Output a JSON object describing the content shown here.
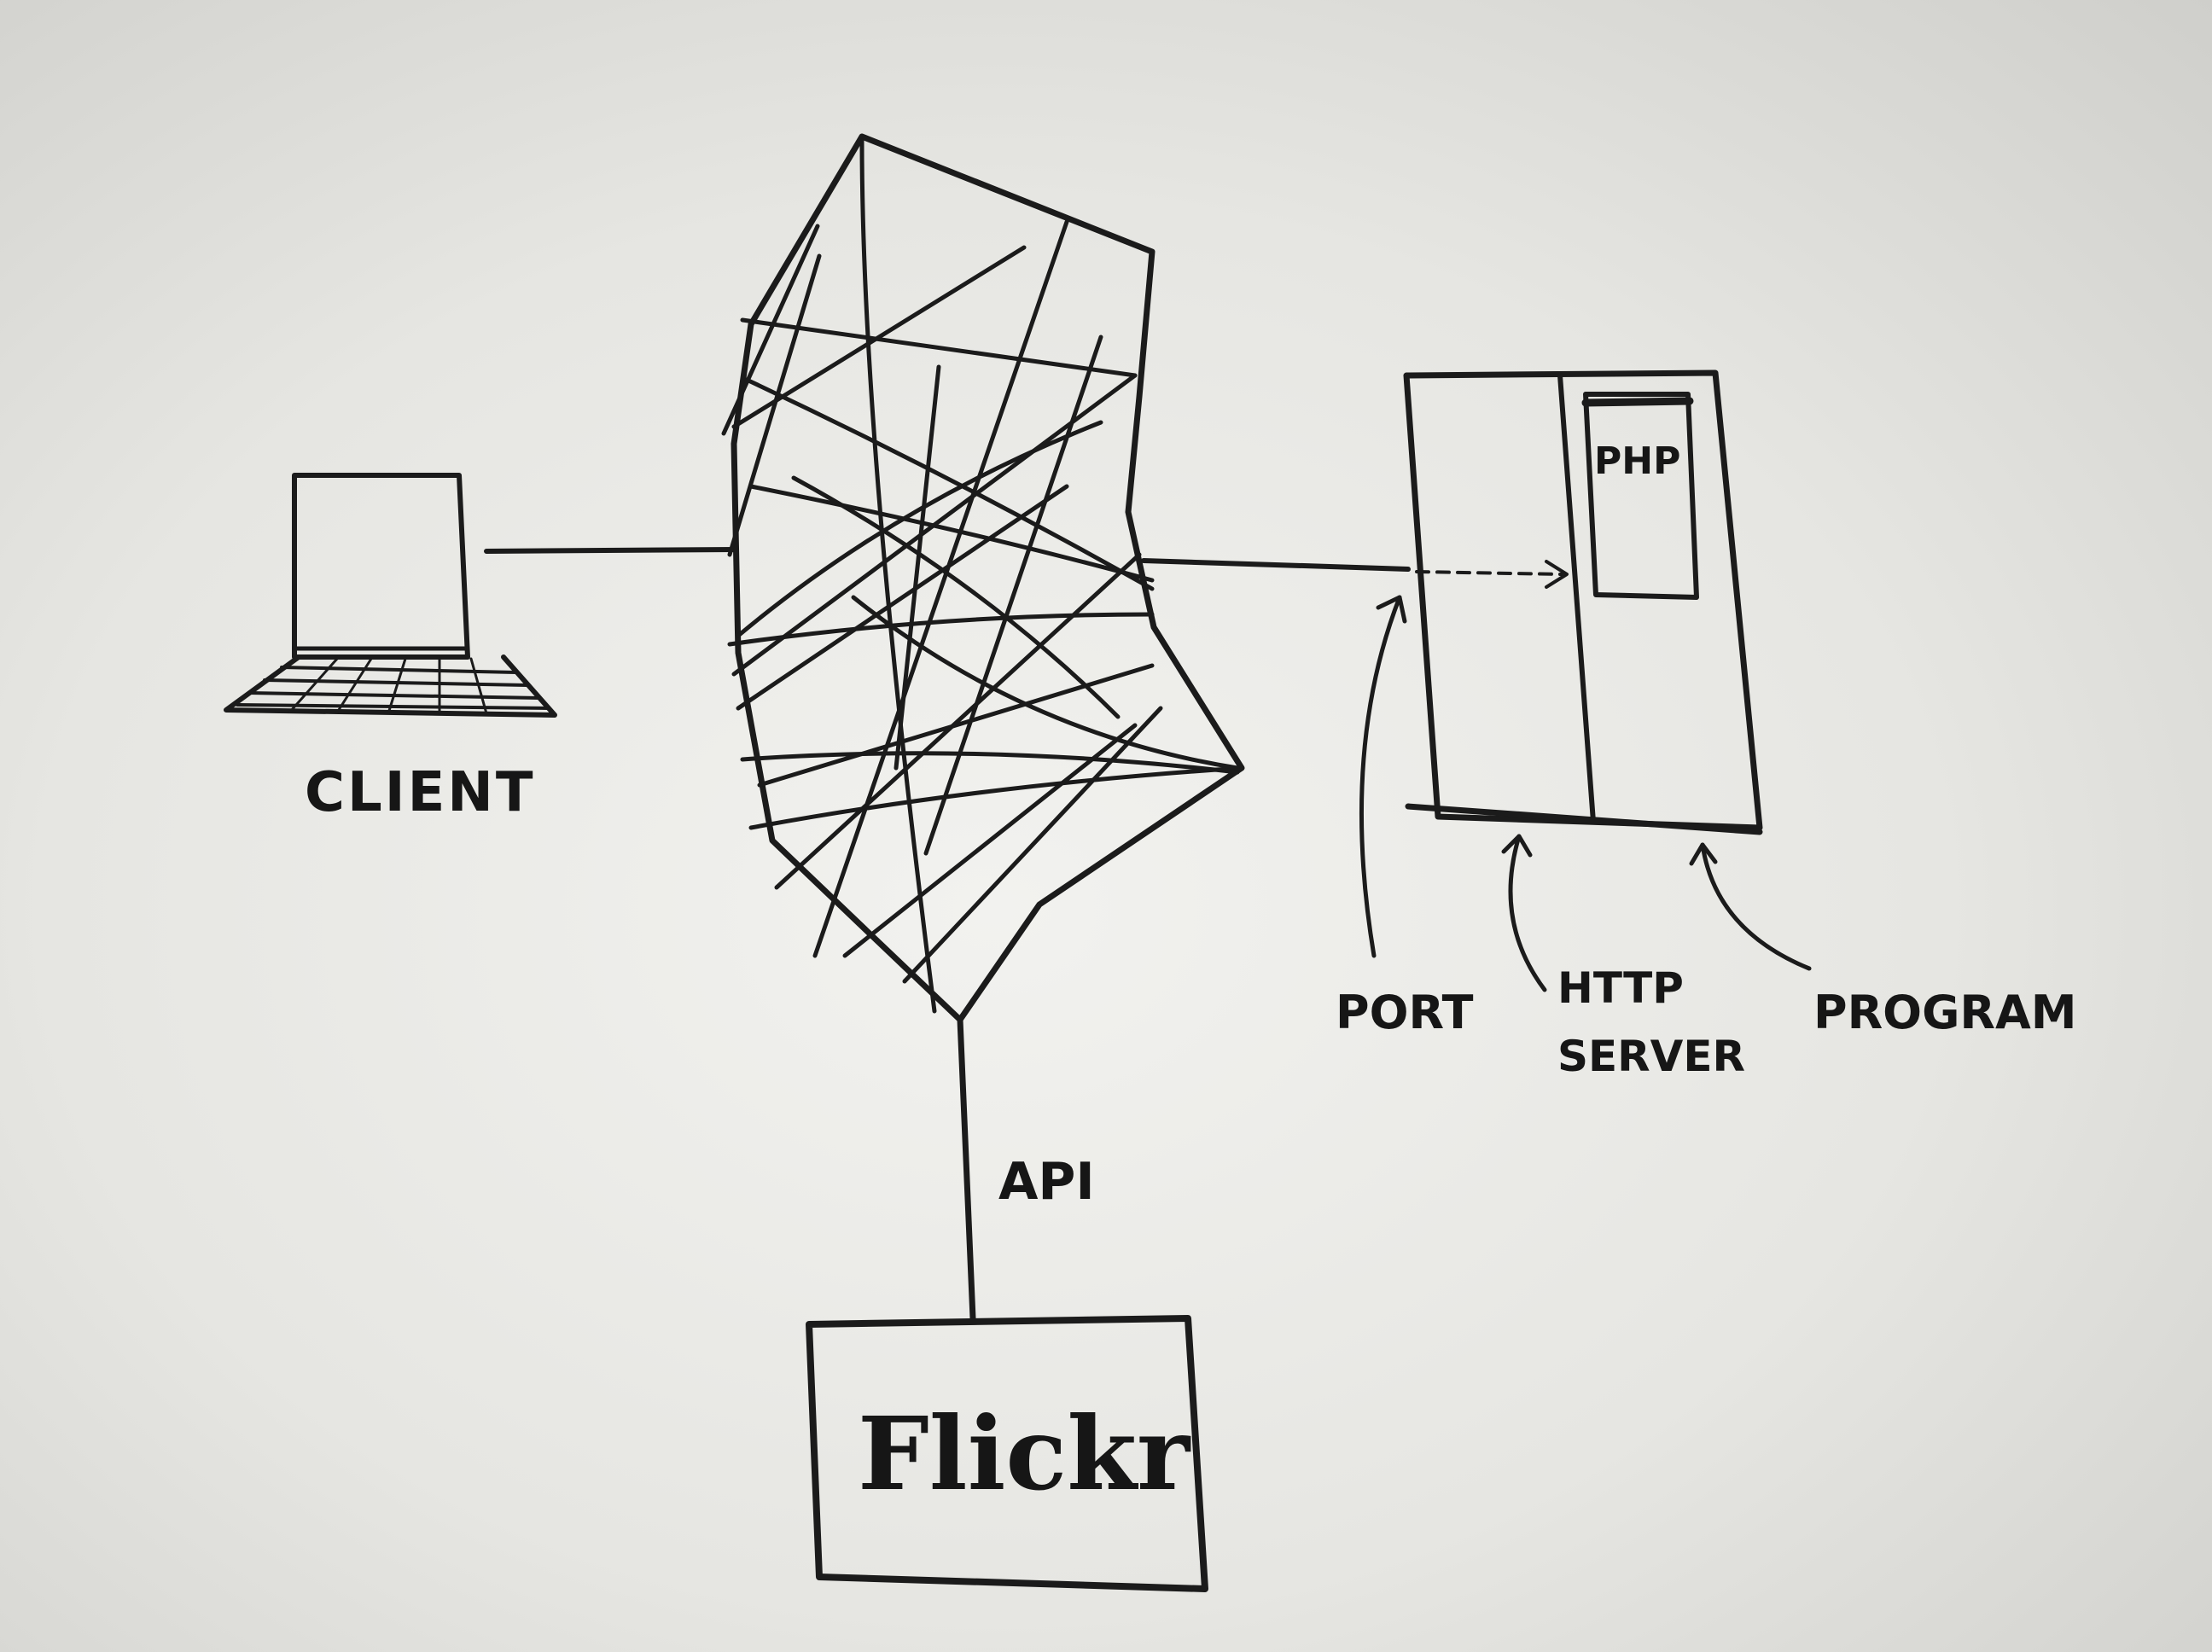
{
  "labels": {
    "client": "CLIENT",
    "php": "PHP",
    "port": "PORT",
    "http_line1": "HTTP",
    "http_line2": "SERVER",
    "program": "PROGRAM",
    "api": "API",
    "flickr": "Flickr"
  },
  "colors": {
    "ink": "#1b1b1b",
    "board": "#f2f2ef"
  }
}
